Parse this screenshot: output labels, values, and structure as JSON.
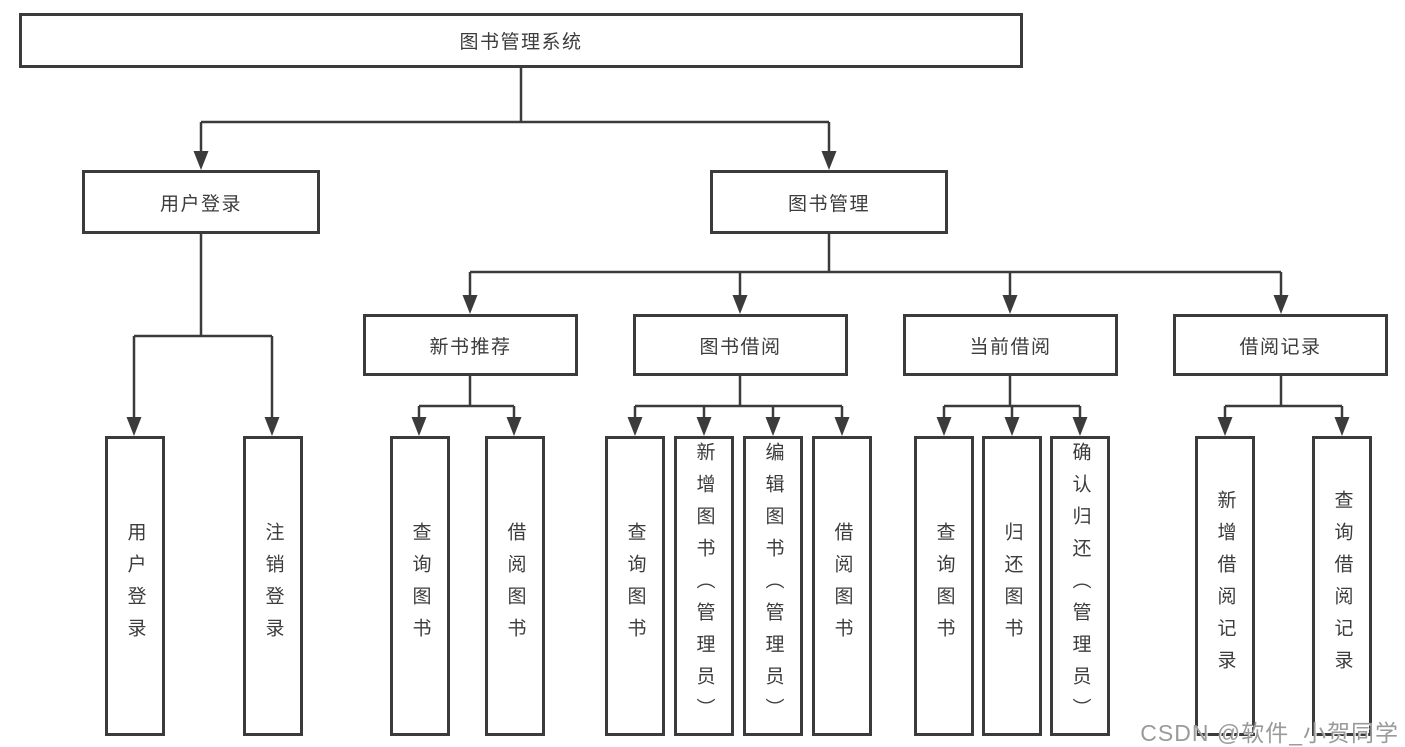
{
  "tree": {
    "root": "图书管理系统",
    "login": {
      "label": "用户登录",
      "children": [
        "用户登录",
        "注销登录"
      ]
    },
    "mgmt": {
      "label": "图书管理",
      "children": [
        {
          "label": "新书推荐",
          "children": [
            "查询图书",
            "借阅图书"
          ]
        },
        {
          "label": "图书借阅",
          "children": [
            "查询图书",
            "新增图书（管理员）",
            "编辑图书（管理员）",
            "借阅图书"
          ]
        },
        {
          "label": "当前借阅",
          "children": [
            "查询图书",
            "归还图书",
            "确认归还（管理员）"
          ]
        },
        {
          "label": "借阅记录",
          "children": [
            "新增借阅记录",
            "查询借阅记录"
          ]
        }
      ]
    }
  },
  "watermark": "CSDN @软件_小贺同学",
  "colors": {
    "line": "#3b3b3b",
    "box_background": "#ffffff",
    "text": "#3c3c3c",
    "watermark": "#9a9a9a"
  }
}
